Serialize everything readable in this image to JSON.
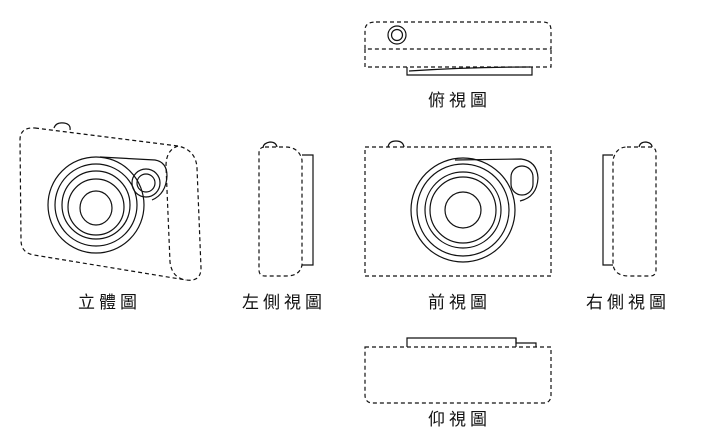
{
  "labels": {
    "top": "俯視圖",
    "perspective": "立體圖",
    "left": "左側視圖",
    "front": "前視圖",
    "right": "右側視圖",
    "bottom": "仰視圖"
  },
  "colors": {
    "line": "#111111",
    "background": "#ffffff"
  }
}
